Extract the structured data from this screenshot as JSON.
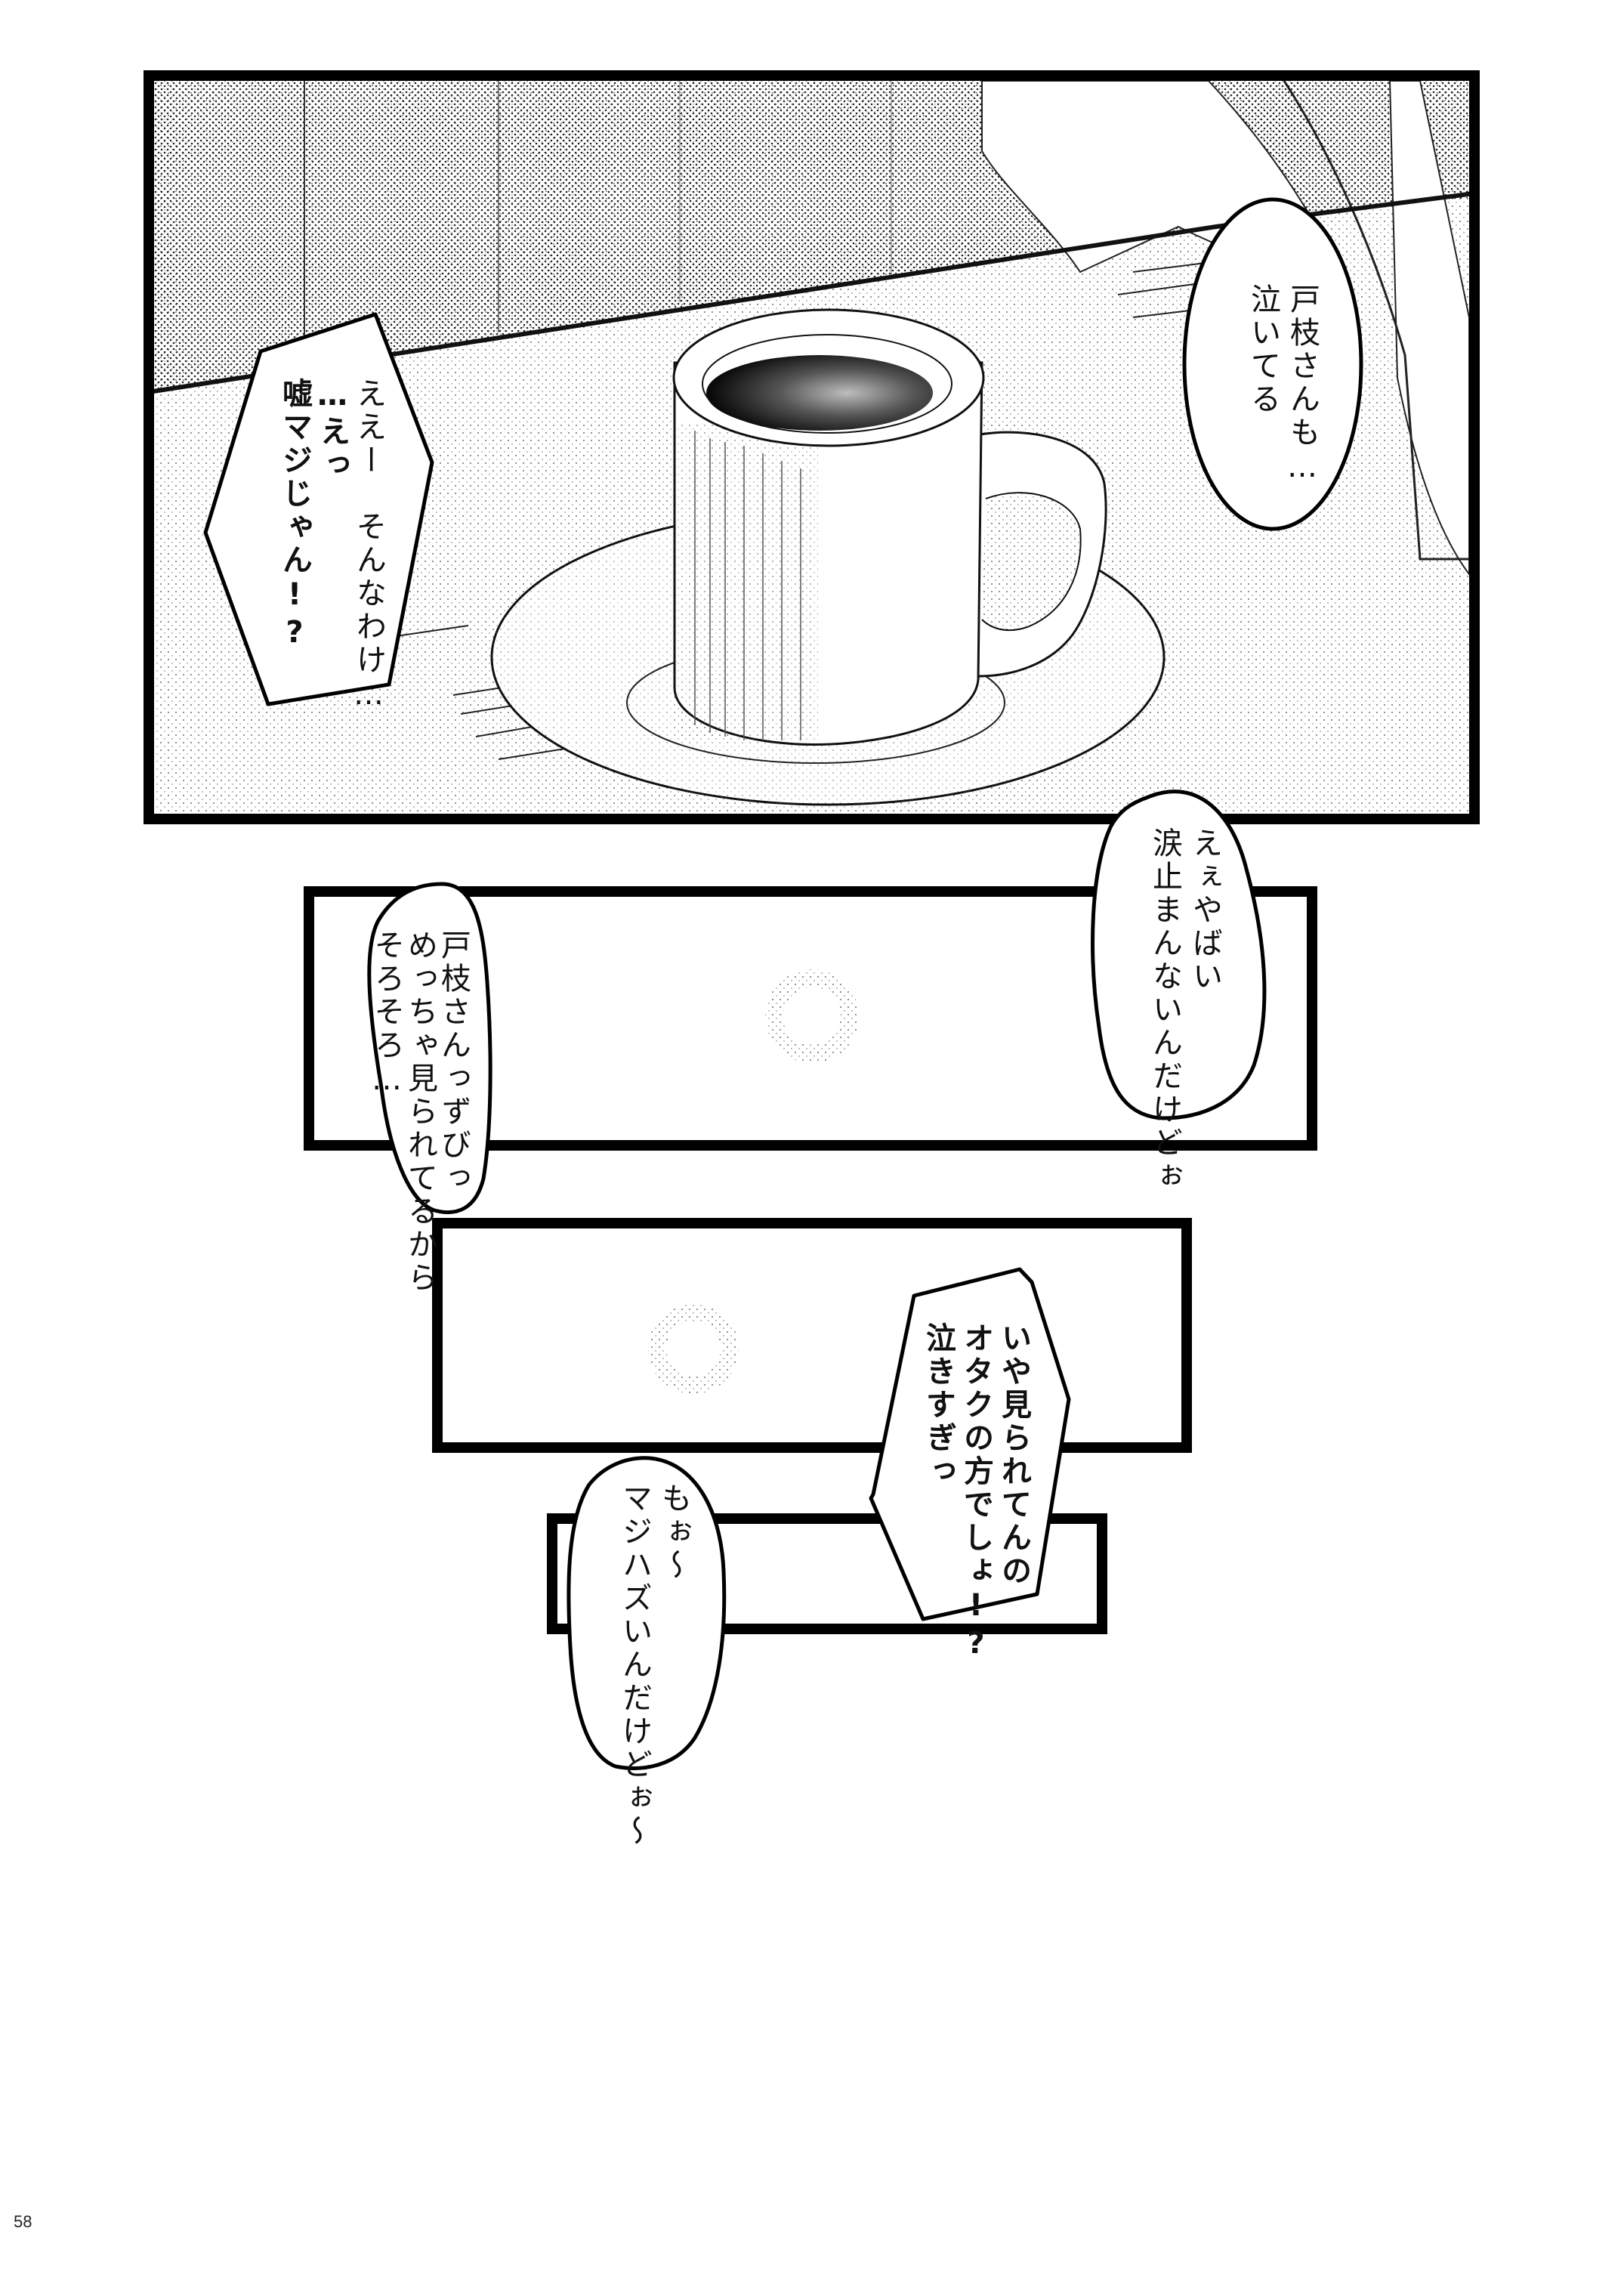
{
  "page": {
    "page_number": "58",
    "colors": {
      "ink": "#111111",
      "paper": "#ffffff",
      "screentone": "#9a9a9a"
    }
  },
  "panels": [
    {
      "id": "panel-1",
      "scene": "coffee-mug-on-saucer",
      "bubbles": [
        {
          "id": "bubble-a",
          "shape": "oval",
          "lines": [
            "戸枝さんも…",
            "泣いてる"
          ]
        },
        {
          "id": "bubble-b",
          "shape": "polygon",
          "lines": [
            "ええー　そんなわけ…",
            "…えっ",
            "嘘マジじゃん!?"
          ]
        }
      ]
    },
    {
      "id": "panel-2",
      "scene": "blurred-light",
      "bubbles": [
        {
          "id": "bubble-c",
          "shape": "oval",
          "lines": [
            "えぇやばい",
            "涙止まんないんだけどぉ"
          ]
        },
        {
          "id": "bubble-d",
          "shape": "oval",
          "lines": [
            "戸枝さんっずびっ",
            "めっちゃ見られてるから",
            "そろそろ…"
          ]
        }
      ]
    },
    {
      "id": "panel-3",
      "scene": "blurred-light",
      "bubbles": [
        {
          "id": "bubble-e",
          "shape": "polygon",
          "lines": [
            "いや見られてんの",
            "オタクの方でしょ!?",
            "泣きすぎっ"
          ]
        }
      ]
    },
    {
      "id": "panel-4",
      "scene": "empty",
      "bubbles": [
        {
          "id": "bubble-f",
          "shape": "oval",
          "lines": [
            "もぉ〜",
            "マジハズいんだけどぉ〜"
          ]
        }
      ]
    }
  ]
}
